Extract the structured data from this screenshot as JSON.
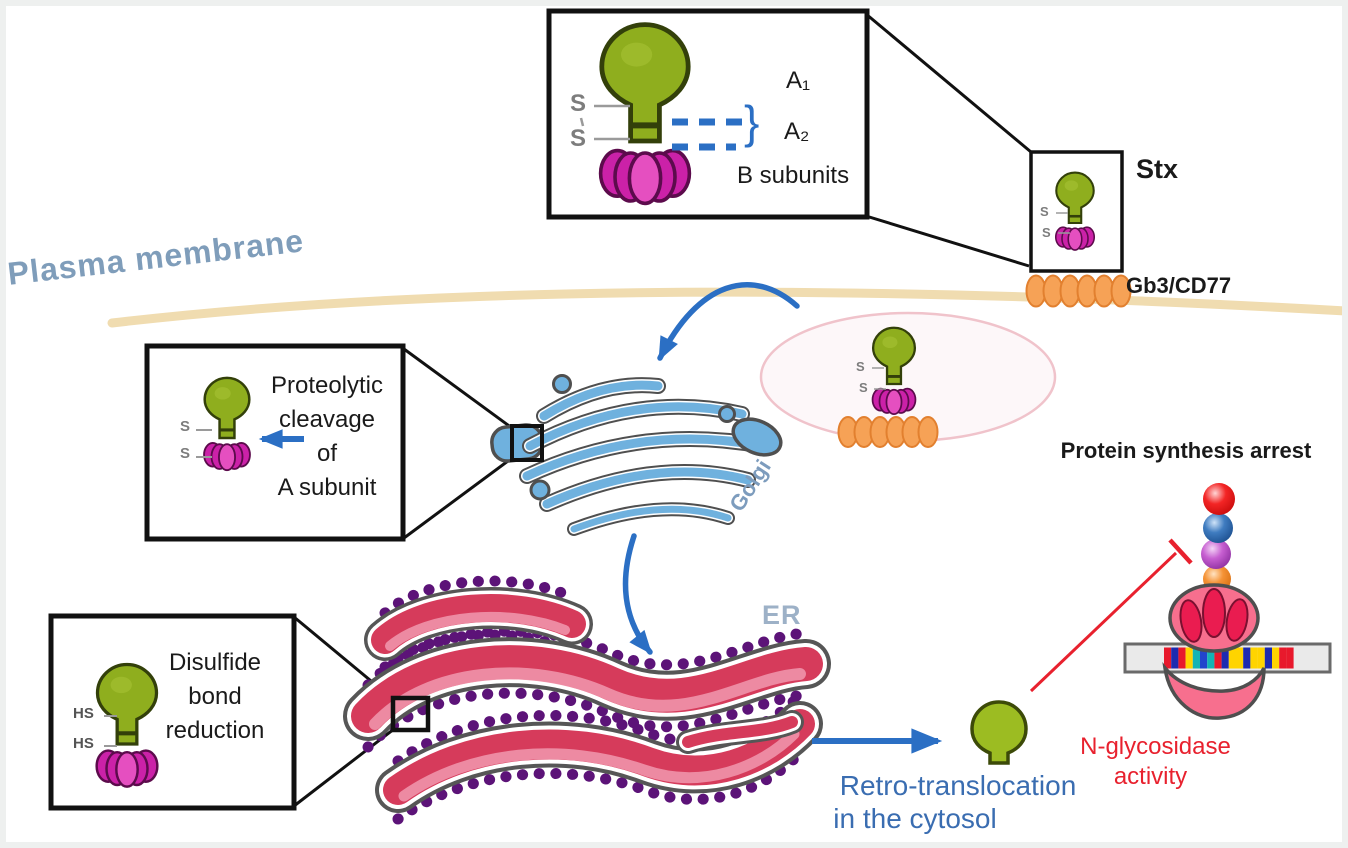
{
  "membrane": {
    "label": "Plasma membrane"
  },
  "inset": {
    "s1": "S",
    "s2": "S",
    "a1": "A₁",
    "a2": "A₂",
    "brace": "}",
    "b_subunits": "B subunits"
  },
  "stx": {
    "title": "Stx",
    "s1": "S",
    "s2": "S",
    "receptor": "Gb3/CD77"
  },
  "endosome": {
    "s1": "S",
    "s2": "S"
  },
  "proteolytic": {
    "lines": [
      "Proteolytic",
      "cleavage",
      "of",
      "A subunit"
    ],
    "s1": "S",
    "s2": "S"
  },
  "golgi": {
    "label": "Golgi"
  },
  "er": {
    "label": "ER"
  },
  "disulfide": {
    "lines": [
      "Disulfide",
      "bond",
      "reduction"
    ],
    "hs1": "HS",
    "hs2": "HS"
  },
  "retro": {
    "line1": "Retro-translocation",
    "line2": "in the cytosol"
  },
  "nglycosidase": {
    "line1": "N-glycosidase",
    "line2": "activity"
  },
  "arrest": {
    "label": "Protein synthesis arrest"
  },
  "colors": {
    "toxin_green": "#8fae1e",
    "toxin_magenta": "#cb21a8",
    "receptor_orange": "#f6a256",
    "membrane_tan": "#f0dcb0",
    "golgi_blue": "#6fb1de",
    "er_red": "#d63b5b",
    "ribosome_pink": "#f76f8e",
    "ribosome_dots_purple": "#5c1378",
    "arrow_blue": "#2b6fc4",
    "inhibition_red": "#e8212e",
    "label_blue_gray": "#7f9dba"
  }
}
